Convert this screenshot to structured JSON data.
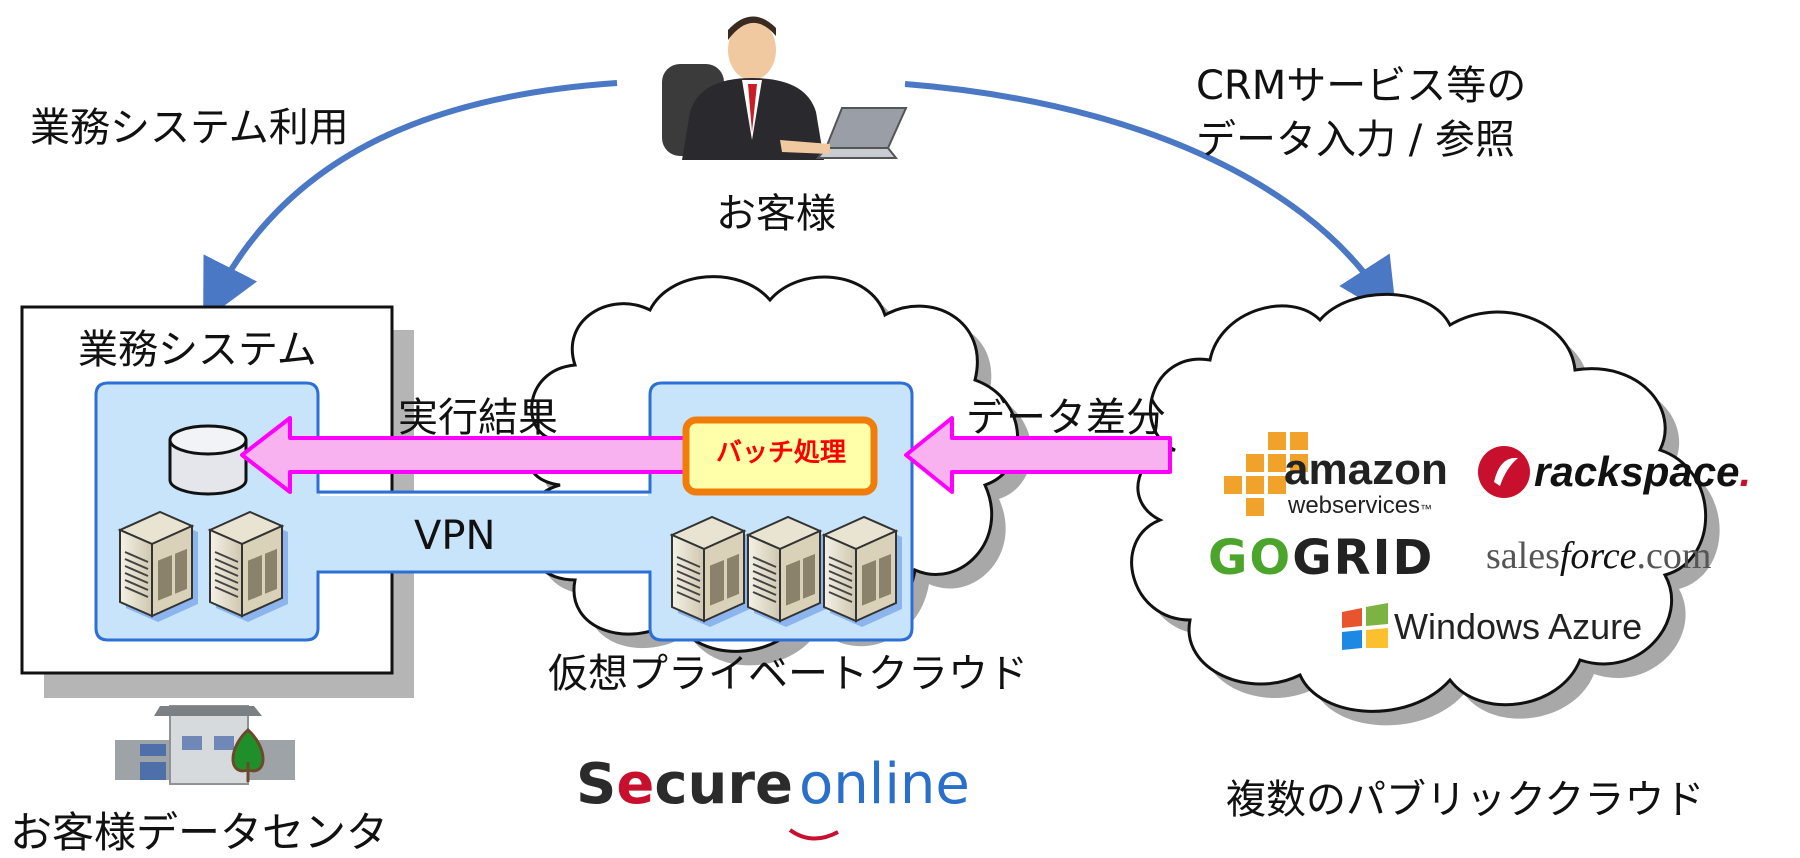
{
  "customer": {
    "label": "お客様"
  },
  "left_arrow_label": "業務システム利用",
  "right_arrow_label": {
    "line1": "CRMサービス等の",
    "line2": "データ入力 / 参照"
  },
  "business_system": {
    "title": "業務システム"
  },
  "datacenter": {
    "label": "お客様データセンタ"
  },
  "result_label": "実行結果",
  "vpn_label": "VPN",
  "batch_label": "バッチ処理",
  "diff_label": "データ差分",
  "private_cloud": {
    "label": "仮想プライベートクラウド"
  },
  "secure_online": {
    "part1": "S",
    "part2": "cure",
    "part3": "nline",
    "e_glyph": "e",
    "o_glyph": "o"
  },
  "public_cloud": {
    "label": "複数のパブリッククラウド",
    "amazon": {
      "main": "amazon",
      "sub": "webservices",
      "tm": "™"
    },
    "rackspace": {
      "name": "rackspace",
      "dot": "."
    },
    "gogrid": {
      "g1": "G",
      "o": "O",
      "rest": "GRID"
    },
    "salesforce": {
      "a": "sales",
      "b": "force",
      "c": ".com"
    },
    "azure": {
      "windows": "Windows",
      "azure": "Azure"
    }
  },
  "colors": {
    "arrow_blue": "#4a78c4",
    "panel_fill": "#c7e4fb",
    "panel_stroke": "#2d6fd6",
    "pink_fill": "#f7b2ef",
    "pink_stroke": "#ff00ff",
    "batch_border": "#f07d0a",
    "batch_fill": "#ffffaa",
    "batch_text": "#ff0000"
  },
  "icons": [
    "person-at-laptop-icon",
    "database-icon",
    "server-rack-icon",
    "office-building-icon"
  ]
}
